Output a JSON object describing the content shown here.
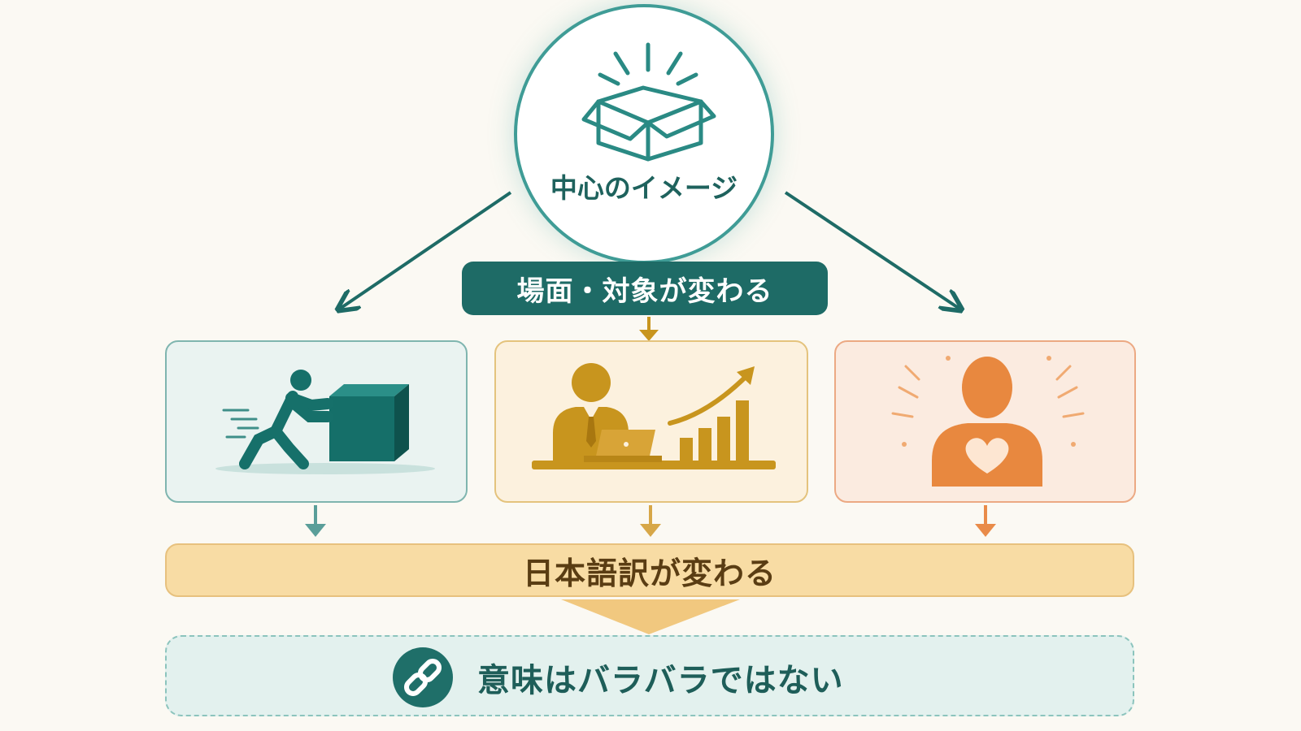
{
  "center": {
    "title": "中心のイメージ",
    "icon": "open-box-icon"
  },
  "scene_change_label": "場面・対象が変わる",
  "panels": [
    {
      "icon": "person-pushing-box-icon",
      "accent": "#1f7e78"
    },
    {
      "icon": "businessman-growth-chart-icon",
      "accent": "#c8951e"
    },
    {
      "icon": "person-heart-icon",
      "accent": "#e8883f"
    }
  ],
  "translation_label": "日本語訳が変わる",
  "meaning_label": "意味はバラバラではない",
  "meaning_icon": "link-icon",
  "colors": {
    "teal": "#1e6b66",
    "teal_light": "#3f9c96",
    "gold": "#d6a645",
    "orange": "#e8883f",
    "background": "#fbf9f3"
  }
}
